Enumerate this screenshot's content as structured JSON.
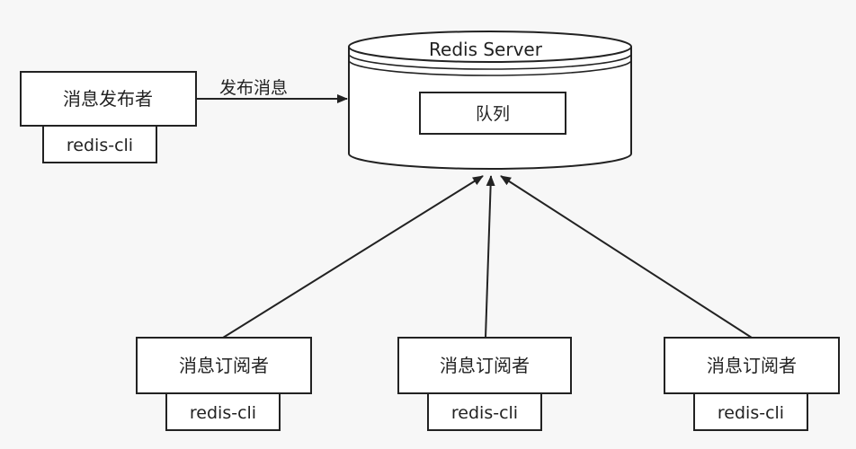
{
  "server": {
    "title": "Redis Server",
    "queue_label": "队列"
  },
  "publisher": {
    "label": "消息发布者",
    "client": "redis-cli"
  },
  "publish_edge": {
    "label": "发布消息"
  },
  "subscribers": [
    {
      "label": "消息订阅者",
      "client": "redis-cli"
    },
    {
      "label": "消息订阅者",
      "client": "redis-cli"
    },
    {
      "label": "消息订阅者",
      "client": "redis-cli"
    }
  ],
  "colors": {
    "stroke": "#222222",
    "fill": "#ffffff",
    "background": "#f7f7f7"
  }
}
